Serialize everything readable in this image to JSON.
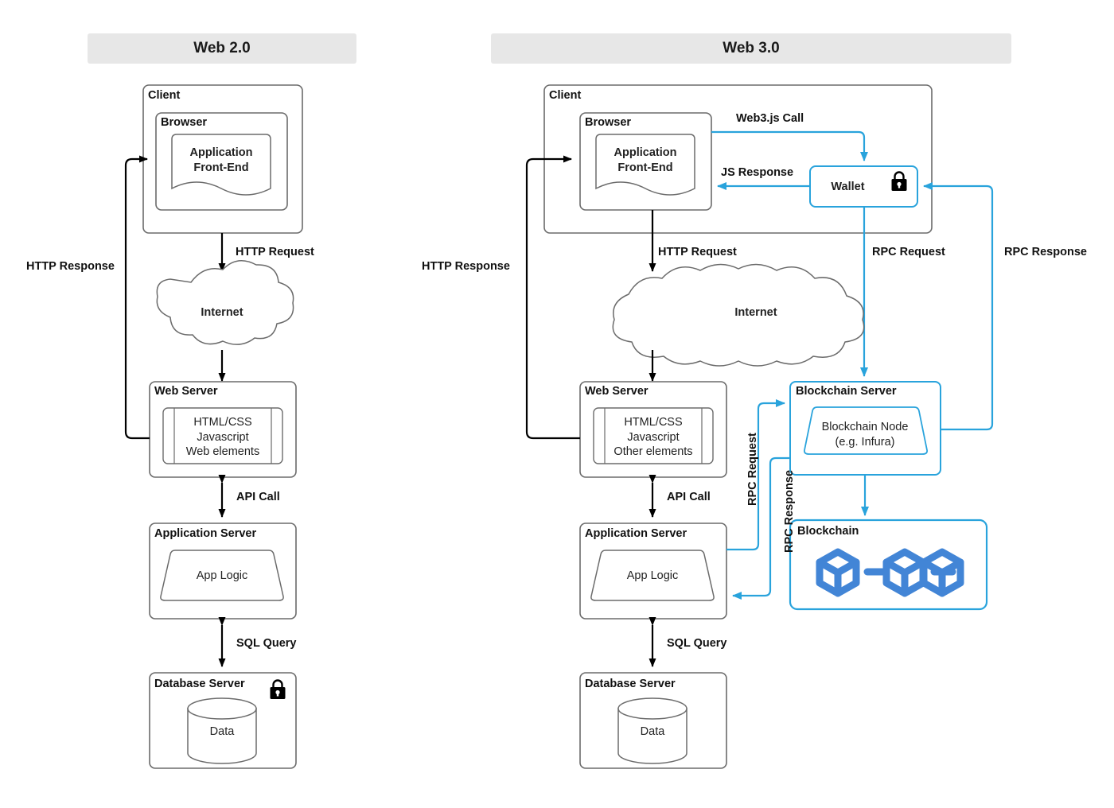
{
  "panels": [
    {
      "id": "web2",
      "header": "Web 2.0",
      "client": {
        "title": "Client"
      },
      "browser": {
        "title": "Browser"
      },
      "front_end": {
        "label": "Application\nFront-End"
      },
      "internet": {
        "label": "Internet"
      },
      "web_server": {
        "title": "Web Server",
        "content": "HTML/CSS\nJavascript\nWeb elements"
      },
      "app_server": {
        "title": "Application Server",
        "content": "App Logic"
      },
      "db_server": {
        "title": "Database Server",
        "content": "Data",
        "lock": "lock-icon"
      },
      "edges": [
        {
          "label": "HTTP Request"
        },
        {
          "label": "HTTP Response"
        },
        {
          "label": "API Call"
        },
        {
          "label": "SQL Query"
        }
      ]
    },
    {
      "id": "web3",
      "header": "Web 3.0",
      "client": {
        "title": "Client"
      },
      "browser": {
        "title": "Browser"
      },
      "front_end": {
        "label": "Application\nFront-End"
      },
      "wallet": {
        "label": "Wallet",
        "lock": "lock-icon"
      },
      "internet": {
        "label": "Internet"
      },
      "web_server": {
        "title": "Web Server",
        "content": "HTML/CSS\nJavascript\nOther elements"
      },
      "app_server": {
        "title": "Application Server",
        "content": "App Logic"
      },
      "db_server": {
        "title": "Database Server",
        "content": "Data"
      },
      "blockchain_server": {
        "title": "Blockchain Server",
        "content": "Blockchain Node\n(e.g. Infura)"
      },
      "blockchain": {
        "title": "Blockchain",
        "icon": "blockchain-cubes-icon"
      },
      "edges": [
        {
          "label": "Web3.js Call"
        },
        {
          "label": "JS Response"
        },
        {
          "label": "HTTP Request"
        },
        {
          "label": "HTTP Response"
        },
        {
          "label": "RPC Request"
        },
        {
          "label": "RPC Response"
        },
        {
          "label": "API Call"
        },
        {
          "label": "SQL Query"
        },
        {
          "label": "RPC Request"
        },
        {
          "label": "RPC Response"
        }
      ]
    }
  ],
  "colors": {
    "header_bg": "#e7e7e7",
    "stroke_dark": "#4d4d4d",
    "stroke_black": "#000000",
    "accent_blue": "#29a3dc",
    "cube_blue": "#4285d6",
    "text": "#1a1a1a"
  }
}
